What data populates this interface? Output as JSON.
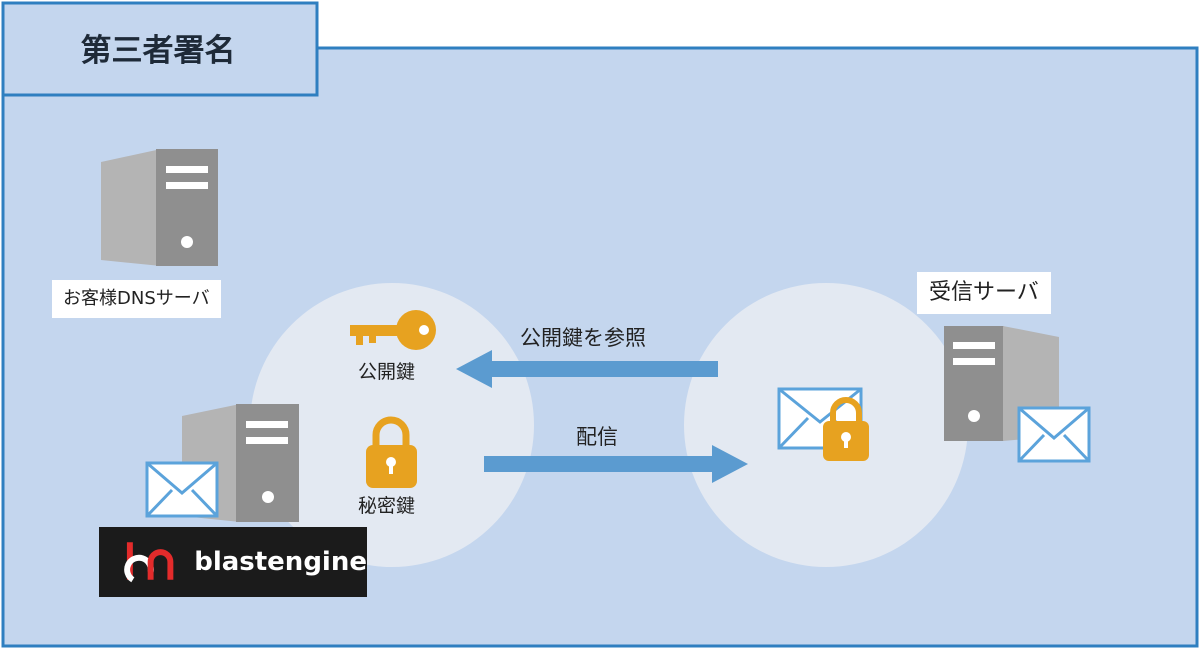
{
  "title": "第三者署名",
  "nodes": {
    "customer_dns": {
      "label": "お客様DNSサーバ"
    },
    "receiving_server": {
      "label": "受信サーバ"
    },
    "public_key": {
      "label": "公開鍵"
    },
    "private_key": {
      "label": "秘密鍵"
    }
  },
  "arrows": {
    "reference": {
      "label": "公開鍵を参照"
    },
    "delivery": {
      "label": "配信"
    }
  },
  "brand": {
    "name": "blastengine"
  },
  "colors": {
    "panel_bg": "#c4d6ee",
    "border": "#2f7fc0",
    "circle": "#e3e9f2",
    "server_dark": "#8f8f8f",
    "server_light": "#b4b4b4",
    "arrow": "#5b9bd0",
    "gold": "#e7a220",
    "envelope": "#5ba3db"
  }
}
